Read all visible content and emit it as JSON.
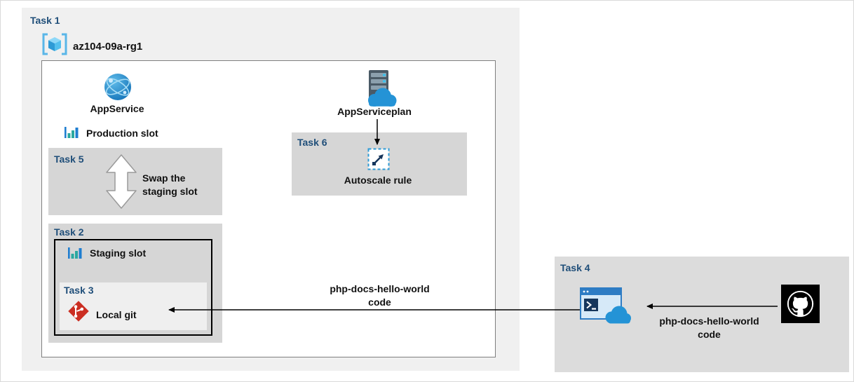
{
  "task1": {
    "label": "Task 1",
    "resource_group_label": "az104-09a-rg1"
  },
  "app_service": {
    "label": "AppService"
  },
  "app_service_plan": {
    "label": "AppServiceplan"
  },
  "production_slot": {
    "label": "Production slot"
  },
  "task5": {
    "label": "Task 5",
    "text_line1": "Swap the",
    "text_line2": "staging slot"
  },
  "task2": {
    "label": "Task 2"
  },
  "staging_slot": {
    "label": "Staging slot"
  },
  "task3": {
    "label": "Task 3",
    "local_git_label": "Local git"
  },
  "task6": {
    "label": "Task 6",
    "autoscale_label": "Autoscale rule"
  },
  "task4": {
    "label": "Task 4"
  },
  "code_flow_left": {
    "line1": "php-docs-hello-world",
    "line2": "code"
  },
  "code_flow_right": {
    "line1": "php-docs-hello-world",
    "line2": "code"
  },
  "icons": {
    "resource_group": "resource-group-icon",
    "app_service": "app-service-icon",
    "app_service_plan": "app-service-plan-icon",
    "slots": "deployment-slot-icon",
    "swap": "swap-arrow-icon",
    "local_git": "git-icon",
    "autoscale": "autoscale-rule-icon",
    "cloud_shell": "cloud-shell-icon",
    "github": "github-icon"
  },
  "colors": {
    "task_label": "#1f4e79",
    "task_box": "#d6d6d6",
    "outer_box": "#f0f0f0",
    "arrow": "#000000",
    "git_red": "#cb2e22",
    "azure_blue": "#2493d6"
  }
}
